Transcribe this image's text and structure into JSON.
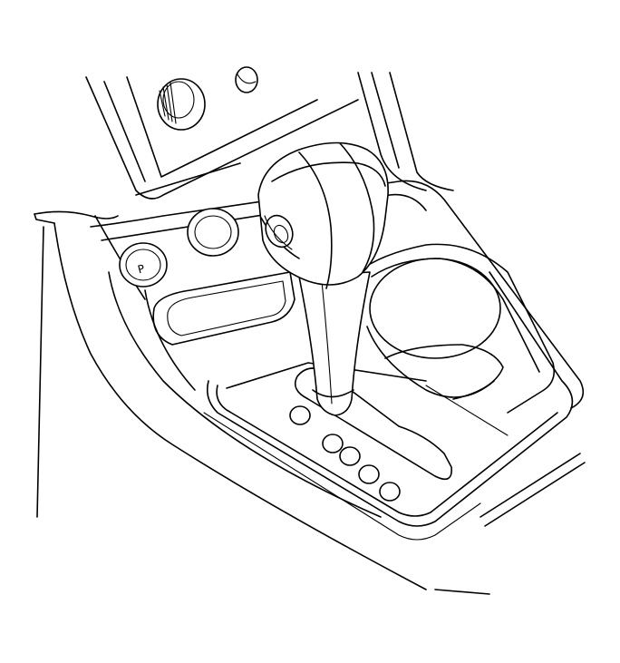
{
  "illustration": {
    "kind": "line-drawing",
    "colors": {
      "stroke": "#000000",
      "background": "#ffffff"
    },
    "parking_brake_button_symbol": "P",
    "gear_position_indicator_count": 5
  }
}
